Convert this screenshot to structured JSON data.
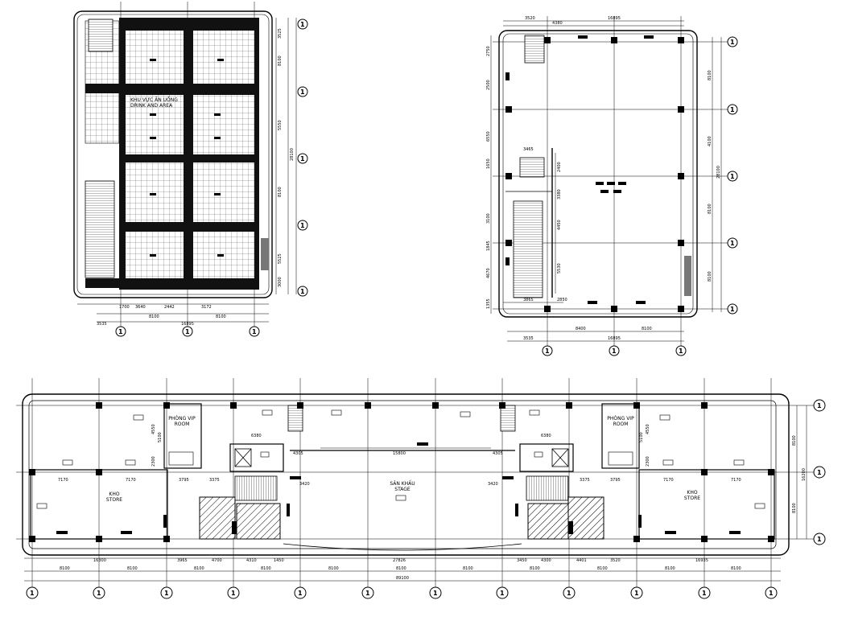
{
  "plan_top_left": {
    "dims_right": [
      "3525",
      "8100",
      "5550",
      "8100",
      "5525",
      "3000"
    ],
    "dim_total_right": "28100",
    "dims_bottom_row1": [
      "1700",
      "3640",
      "2442",
      "3172"
    ],
    "dims_bottom_row2": [
      "8100",
      "8100"
    ],
    "dims_bottom_total": "16895",
    "dim_left_edge": "3535",
    "room_label_vn": "KHU VỰC ĂN UỐNG",
    "room_label_en": "DRINK AND AREA",
    "axis_bubble": "1"
  },
  "plan_top_right": {
    "dims_top": [
      "3520",
      "4380",
      "16895"
    ],
    "dims_left": [
      "2750",
      "2500",
      "6550",
      "1650",
      "3100",
      "1845",
      "4670",
      "1355"
    ],
    "dims_stair": [
      "3465",
      "2400",
      "3380",
      "4450",
      "5530"
    ],
    "dims_right": [
      "8100",
      "4100",
      "8100",
      "8100"
    ],
    "dim_total_right": "28100",
    "dims_bottom_inner": [
      "3865",
      "2850"
    ],
    "dims_bottom": [
      "8400",
      "8100"
    ],
    "dims_bottom_total": "16895",
    "dim_left_edge": "3535",
    "axis_bubble": "1"
  },
  "plan_bottom": {
    "rooms": {
      "vip_left": [
        "PHÒNG VIP",
        "ROOM"
      ],
      "vip_right": [
        "PHÒNG VIP",
        "ROOM"
      ],
      "store_left": [
        "KHO",
        "STORE"
      ],
      "store_right": [
        "KHO",
        "STORE"
      ],
      "stage": [
        "SÂN KHẤU",
        "STAGE"
      ]
    },
    "dims_interior": {
      "d7170": "7170",
      "d3795": "3795",
      "d3375": "3375",
      "d6380": "6380",
      "d4305": "4305",
      "d15800": "15800",
      "d3420": "3420",
      "d4550": "4550",
      "d2300": "2300",
      "d5100": "5100"
    },
    "dims_row1": [
      "16300",
      "3965",
      "4700",
      "4310",
      "1450",
      "27826",
      "3450",
      "4300",
      "4401",
      "3520",
      "16935"
    ],
    "dims_row2": [
      "8100",
      "8100",
      "8100",
      "8100",
      "8100",
      "8100",
      "8100",
      "8100",
      "8100",
      "8100",
      "8100"
    ],
    "dims_total": "89100",
    "dims_right": [
      "8100",
      "8100"
    ],
    "dim_total_right": "16200",
    "axis_bubble": "1"
  },
  "colors": {
    "ink": "#000000",
    "paper": "#ffffff",
    "fill_gray": "#e6e6e6"
  }
}
